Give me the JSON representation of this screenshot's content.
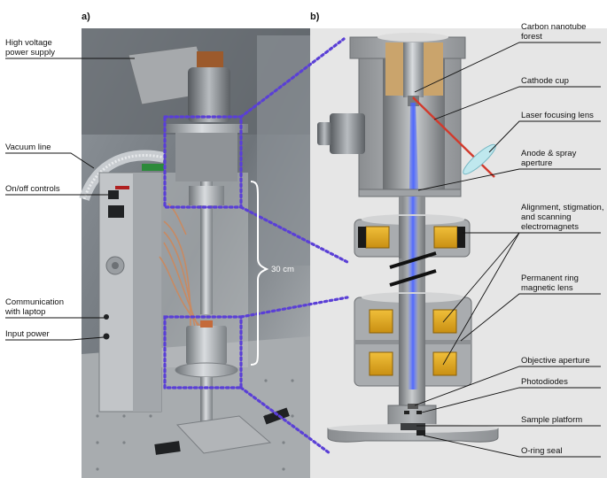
{
  "panels": {
    "a": "a)",
    "b": "b)"
  },
  "left_labels": {
    "hv_1": "High voltage",
    "hv_2": "power supply",
    "vacuum": "Vacuum line",
    "onoff": "On/off controls",
    "comm_1": "Communication",
    "comm_2": "with laptop",
    "power": "Input power"
  },
  "scale_label": "30 cm",
  "right_labels": {
    "cnt_1": "Carbon nanotube",
    "cnt_2": "forest",
    "cathode": "Cathode cup",
    "laser": "Laser focusing lens",
    "anode_1": "Anode & spray",
    "anode_2": "aperture",
    "align_1": "Alignment, stigmation,",
    "align_2": "and scanning",
    "align_3": "electromagnets",
    "perm_1": "Permanent ring",
    "perm_2": "magnetic lens",
    "objective": "Objective aperture",
    "photodiodes": "Photodiodes",
    "sample": "Sample platform",
    "oring": "O-ring seal"
  },
  "colors": {
    "highlight": "#5a3fd6",
    "beam": "#4a64ff",
    "magnet": "#e3aa1f",
    "laser": "#d23a2c",
    "forest": "#caa46c"
  }
}
